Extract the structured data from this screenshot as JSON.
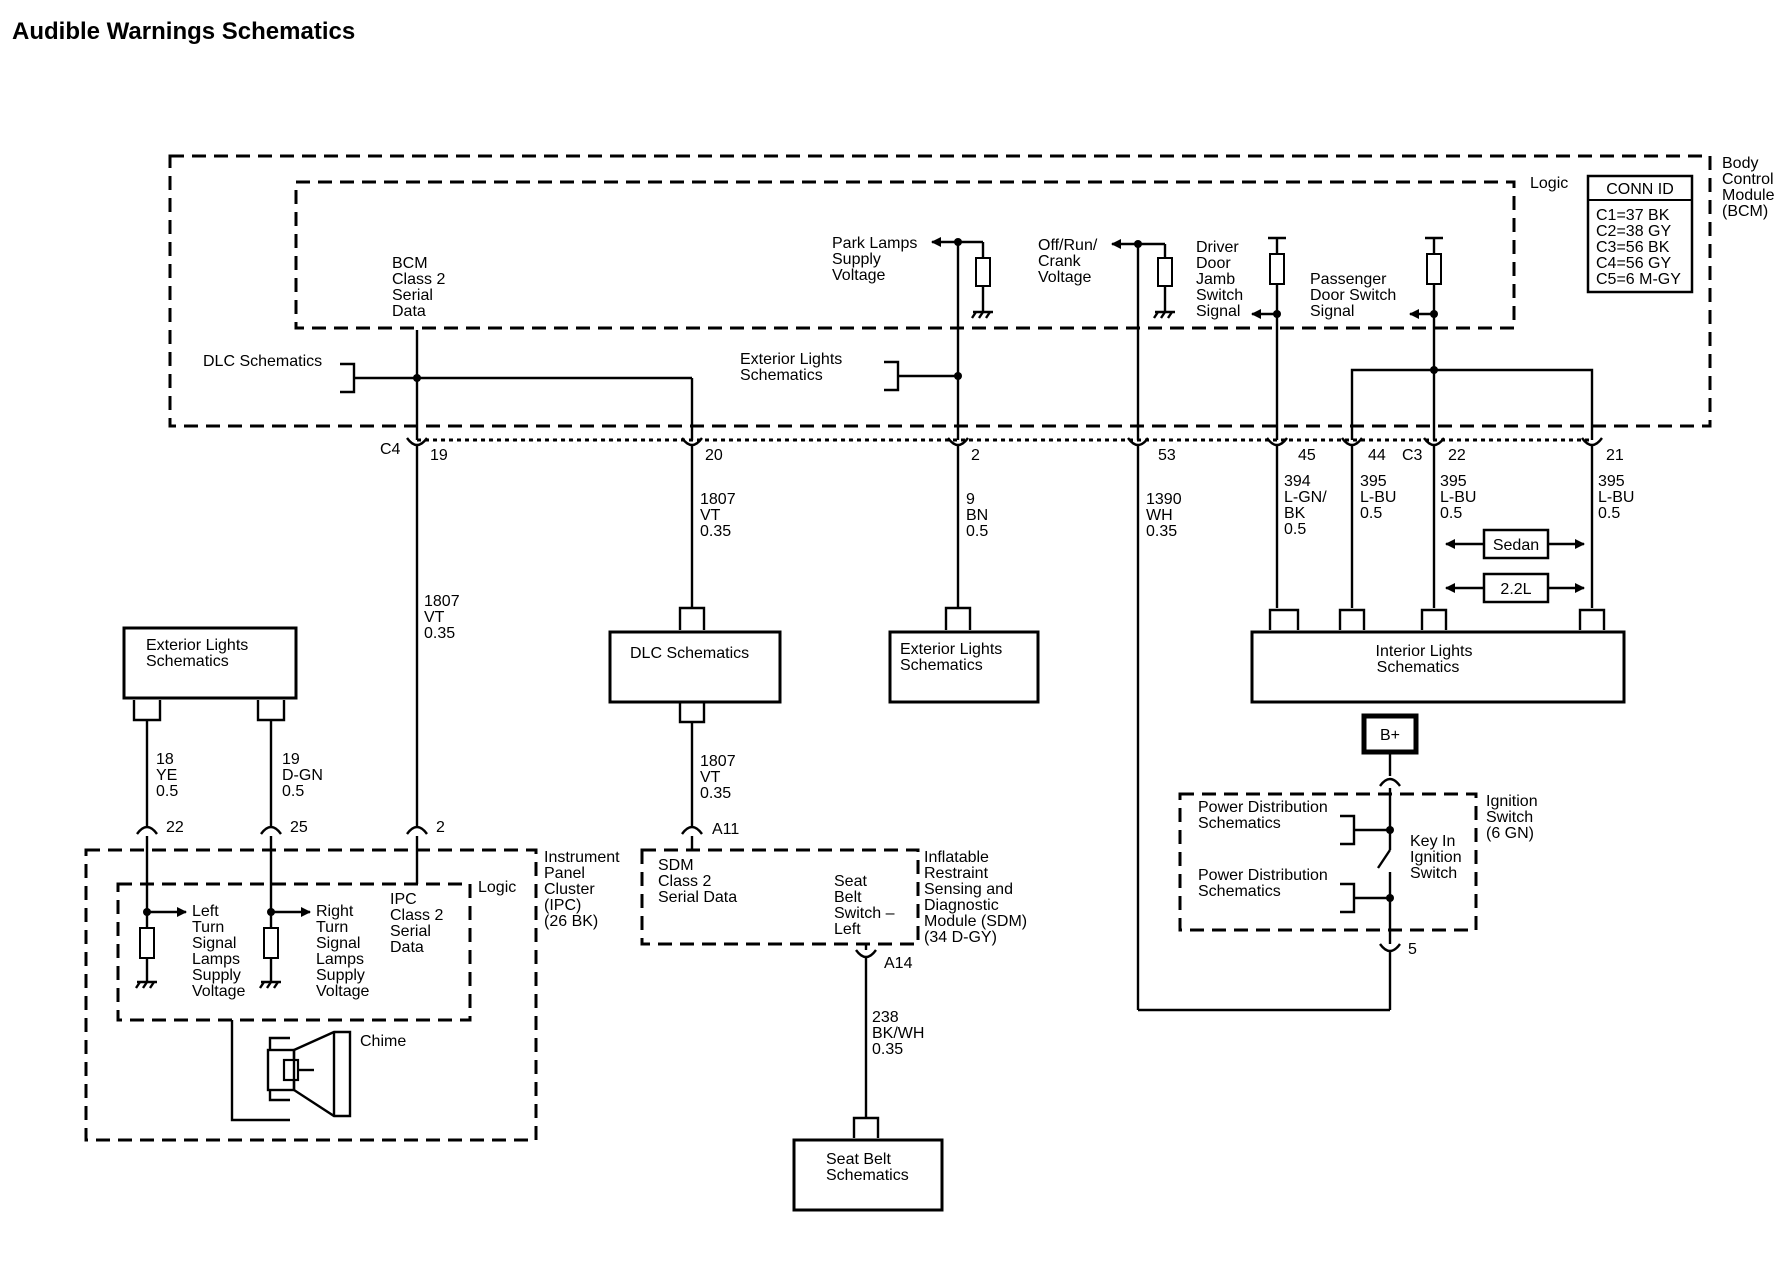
{
  "title": "Audible Warnings Schematics",
  "bcm": {
    "name": [
      "Body",
      "Control",
      "Module",
      "(BCM)"
    ],
    "logic": "Logic",
    "conn_id": {
      "header": "CONN ID",
      "rows": [
        "C1=37 BK",
        "C2=38 GY",
        "C3=56 BK",
        "C4=56 GY",
        "C5=6 M-GY"
      ]
    },
    "class2": [
      "BCM",
      "Class 2",
      "Serial",
      "Data"
    ],
    "park_lamps": [
      "Park Lamps",
      "Supply",
      "Voltage"
    ],
    "off_run": [
      "Off/Run/",
      "Crank",
      "Voltage"
    ],
    "driver_door": [
      "Driver",
      "Door",
      "Jamb",
      "Switch",
      "Signal"
    ],
    "pass_door": [
      "Passenger",
      "Door Switch",
      "Signal"
    ],
    "dlc_ref": "DLC Schematics",
    "ext_ref": [
      "Exterior Lights",
      "Schematics"
    ]
  },
  "connectors": {
    "c4": "C4",
    "c3": "C3"
  },
  "pins": {
    "p19": "19",
    "p20": "20",
    "p2": "2",
    "p53": "53",
    "p45": "45",
    "p44": "44",
    "p22": "22",
    "p21": "21",
    "ipc22": "22",
    "ipc25": "25",
    "ipc2": "2",
    "a11": "A11",
    "a14": "A14",
    "ign5": "5"
  },
  "wires": {
    "w19": [
      "1807",
      "VT",
      "0.35"
    ],
    "w20": [
      "1807",
      "VT",
      "0.35"
    ],
    "w2": [
      "9",
      "BN",
      "0.5"
    ],
    "w53": [
      "1390",
      "WH",
      "0.35"
    ],
    "w45": [
      "394",
      "L-GN/",
      "BK",
      "0.5"
    ],
    "w44": [
      "395",
      "L-BU",
      "0.5"
    ],
    "w22": [
      "395",
      "L-BU",
      "0.5"
    ],
    "w21": [
      "395",
      "L-BU",
      "0.5"
    ],
    "wye": [
      "18",
      "YE",
      "0.5"
    ],
    "wdgn": [
      "19",
      "D-GN",
      "0.5"
    ],
    "wdlc": [
      "1807",
      "VT",
      "0.35"
    ],
    "wsb": [
      "238",
      "BK/WH",
      "0.35"
    ]
  },
  "options": {
    "sedan": "Sedan",
    "engine": "2.2L"
  },
  "boxes": {
    "dlc": "DLC Schematics",
    "ext_mid": [
      "Exterior Lights",
      "Schematics"
    ],
    "interior": [
      "Interior Lights",
      "Schematics"
    ],
    "ext_left": [
      "Exterior Lights",
      "Schematics"
    ],
    "seatbelt": [
      "Seat Belt",
      "Schematics"
    ]
  },
  "ipc": {
    "name": [
      "Instrument",
      "Panel",
      "Cluster",
      "(IPC)",
      "(26 BK)"
    ],
    "logic": "Logic",
    "left_turn": [
      "Left",
      "Turn",
      "Signal",
      "Lamps",
      "Supply",
      "Voltage"
    ],
    "right_turn": [
      "Right",
      "Turn",
      "Signal",
      "Lamps",
      "Supply",
      "Voltage"
    ],
    "class2": [
      "IPC",
      "Class 2",
      "Serial",
      "Data"
    ],
    "chime": "Chime"
  },
  "sdm": {
    "name": [
      "Inflatable",
      "Restraint",
      "Sensing and",
      "Diagnostic",
      "Module (SDM)",
      "(34 D-GY)"
    ],
    "class2": [
      "SDM",
      "Class 2",
      "Serial Data"
    ],
    "seatbelt_sw": [
      "Seat",
      "Belt",
      "Switch –",
      "Left"
    ]
  },
  "ignition": {
    "bplus": "B+",
    "name": [
      "Ignition",
      "Switch",
      "(6 GN)"
    ],
    "pd1": [
      "Power Distribution",
      "Schematics"
    ],
    "pd2": [
      "Power Distribution",
      "Schematics"
    ],
    "key": [
      "Key In",
      "Ignition",
      "Switch"
    ]
  }
}
